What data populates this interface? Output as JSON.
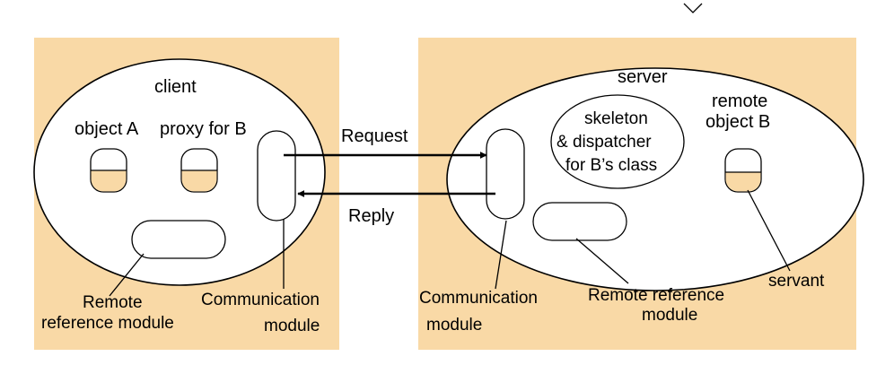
{
  "colors": {
    "panel": "#f9d9a6",
    "stroke": "#000000",
    "fill": "#ffffff"
  },
  "client": {
    "title": "client",
    "object_a": "object A",
    "proxy": "proxy for B",
    "remote_ref_line1": "Remote",
    "remote_ref_line2": "reference module",
    "comm_line1": "Communication",
    "comm_line2": "module"
  },
  "messages": {
    "request": "Request",
    "reply": "Reply"
  },
  "server": {
    "title": "server",
    "skeleton_line1": "skeleton",
    "skeleton_line2": "& dispatcher",
    "skeleton_line3": "for B’s class",
    "remote_obj_line1": "remote",
    "remote_obj_line2": "object B",
    "servant": "servant",
    "comm_line1": "Communication",
    "comm_line2": "module",
    "remote_ref_line1": "Remote reference",
    "remote_ref_line2": "module"
  }
}
